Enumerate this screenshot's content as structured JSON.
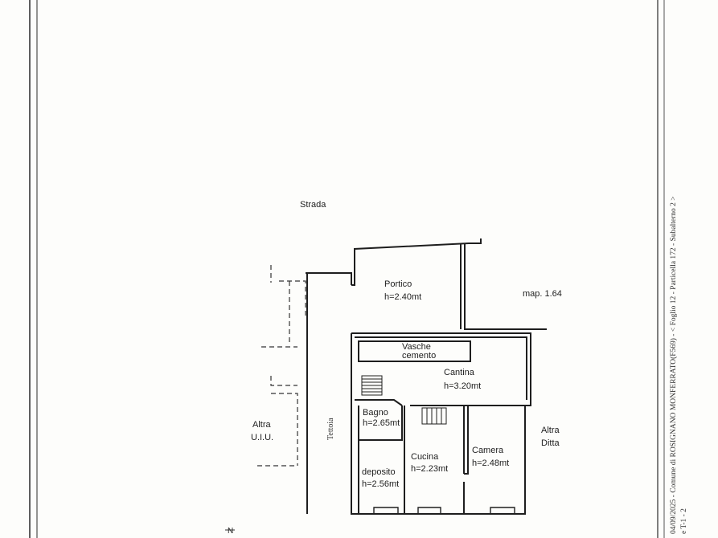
{
  "labels": {
    "strada": "Strada",
    "portico": "Portico",
    "portico_h": "h=2.40mt",
    "map": "map. 1.64",
    "vasche_1": "Vasche",
    "vasche_2": "cemento",
    "cantina": "Cantina",
    "cantina_h": "h=3.20mt",
    "bagno": "Bagno",
    "bagno_h": "h=2.65mt",
    "tettoia": "Tettoia",
    "altra_uiu_1": "Altra",
    "altra_uiu_2": "U.I.U.",
    "cucina": "Cucina",
    "cucina_h": "h=2.23mt",
    "camera": "Camera",
    "camera_h": "h=2.48mt",
    "altra_ditta_1": "Altra",
    "altra_ditta_2": "Ditta",
    "deposito": "deposito",
    "deposito_h": "h=2.56mt",
    "north": "N"
  },
  "margin_text": {
    "line1": "04/09/2025 - Comune di ROSIGNANO MONFERRATO(F569) - < Foglio 12 - Particella 172 - Subalterno 2 >",
    "line2": "e T-1 - 2"
  },
  "colors": {
    "ink": "#1e1e1e",
    "paper": "#fdfdfb"
  }
}
